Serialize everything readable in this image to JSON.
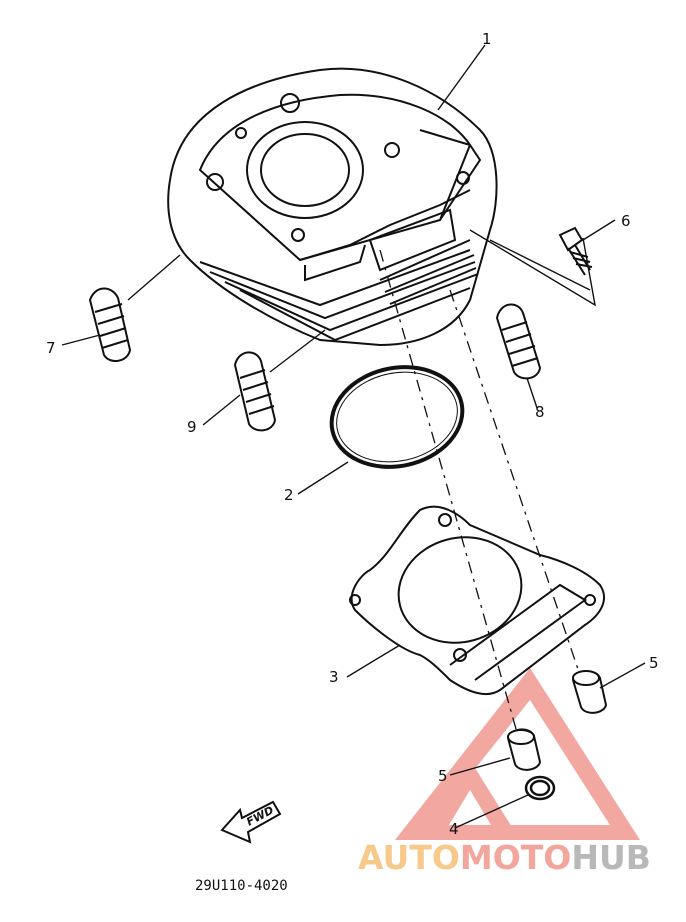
{
  "diagram": {
    "callouts": [
      {
        "id": "1",
        "label": "1"
      },
      {
        "id": "2",
        "label": "2"
      },
      {
        "id": "3",
        "label": "3"
      },
      {
        "id": "4",
        "label": "4"
      },
      {
        "id": "5a",
        "label": "5"
      },
      {
        "id": "5b",
        "label": "5"
      },
      {
        "id": "6",
        "label": "6"
      },
      {
        "id": "7",
        "label": "7"
      },
      {
        "id": "8",
        "label": "8"
      },
      {
        "id": "9",
        "label": "9"
      }
    ],
    "direction_label": "FWD",
    "part_code": "29U110-4020"
  },
  "watermark": {
    "part1": "AUTO",
    "part2": "MOTO",
    "part3": "HUB",
    "colors": {
      "auto": "#f7c98a",
      "moto": "#f3a79c",
      "hub": "#b8b8b8",
      "triangle": "#f08a82"
    }
  }
}
